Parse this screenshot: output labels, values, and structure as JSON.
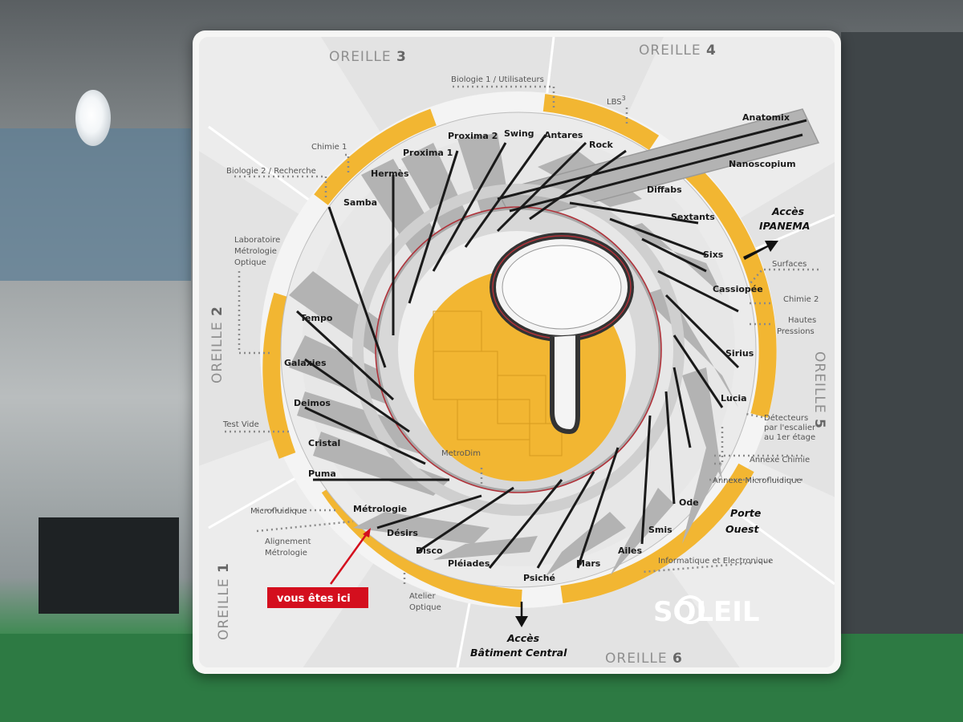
{
  "oreilles": [
    {
      "word": "OREILLE",
      "num": "3"
    },
    {
      "word": "OREILLE",
      "num": "4"
    },
    {
      "word": "OREILLE",
      "num": "2"
    },
    {
      "word": "OREILLE",
      "num": "5"
    },
    {
      "word": "OREILLE",
      "num": "1"
    },
    {
      "word": "OREILLE",
      "num": "6"
    }
  ],
  "beamlines": [
    "Anatomix",
    "Nanoscopium",
    "Diffabs",
    "Sextants",
    "Sixs",
    "Cassiopée",
    "Sirius",
    "Lucia",
    "Ode",
    "Smis",
    "Ailes",
    "Mars",
    "Psiché",
    "Pléiades",
    "Disco",
    "Désirs",
    "Métrologie",
    "Puma",
    "Cristal",
    "Deimos",
    "Galaxies",
    "Tempo",
    "Samba",
    "Hermès",
    "Proxima 1",
    "Proxima 2",
    "Swing",
    "Antares",
    "Rock",
    "MetroDim"
  ],
  "facilities": [
    "Biologie 1 / Utilisateurs",
    "LBS",
    "3",
    "Chimie 1",
    "Biologie 2 / Recherche",
    "Laboratoire",
    "Métrologie",
    "Optique",
    "Surfaces",
    "Chimie 2",
    "Hautes",
    "Pressions",
    "Détecteurs",
    "par l'escalier",
    "au 1er étage",
    "Annexe Chimie",
    "Annexe Microfluidique",
    "Informatique et Electronique",
    "Test Vide",
    "Microfluidique",
    "Alignement",
    "Métrologie",
    "Atelier",
    "Optique"
  ],
  "access": {
    "ipanema_1": "Accès",
    "ipanema_2": "IPANEMA",
    "porte_1": "Porte",
    "porte_2": "Ouest",
    "central_1": "Accès",
    "central_2": "Bâtiment Central"
  },
  "you_are_here": "vous êtes ici",
  "logo": "SOLEIL",
  "colors": {
    "yellow": "#f2b632",
    "grey": "#b3b3b3",
    "darkgrey": "#8f8f8f",
    "red": "#d40f1e",
    "board": "#f6f6f5",
    "panel": "#e3e3e3"
  }
}
